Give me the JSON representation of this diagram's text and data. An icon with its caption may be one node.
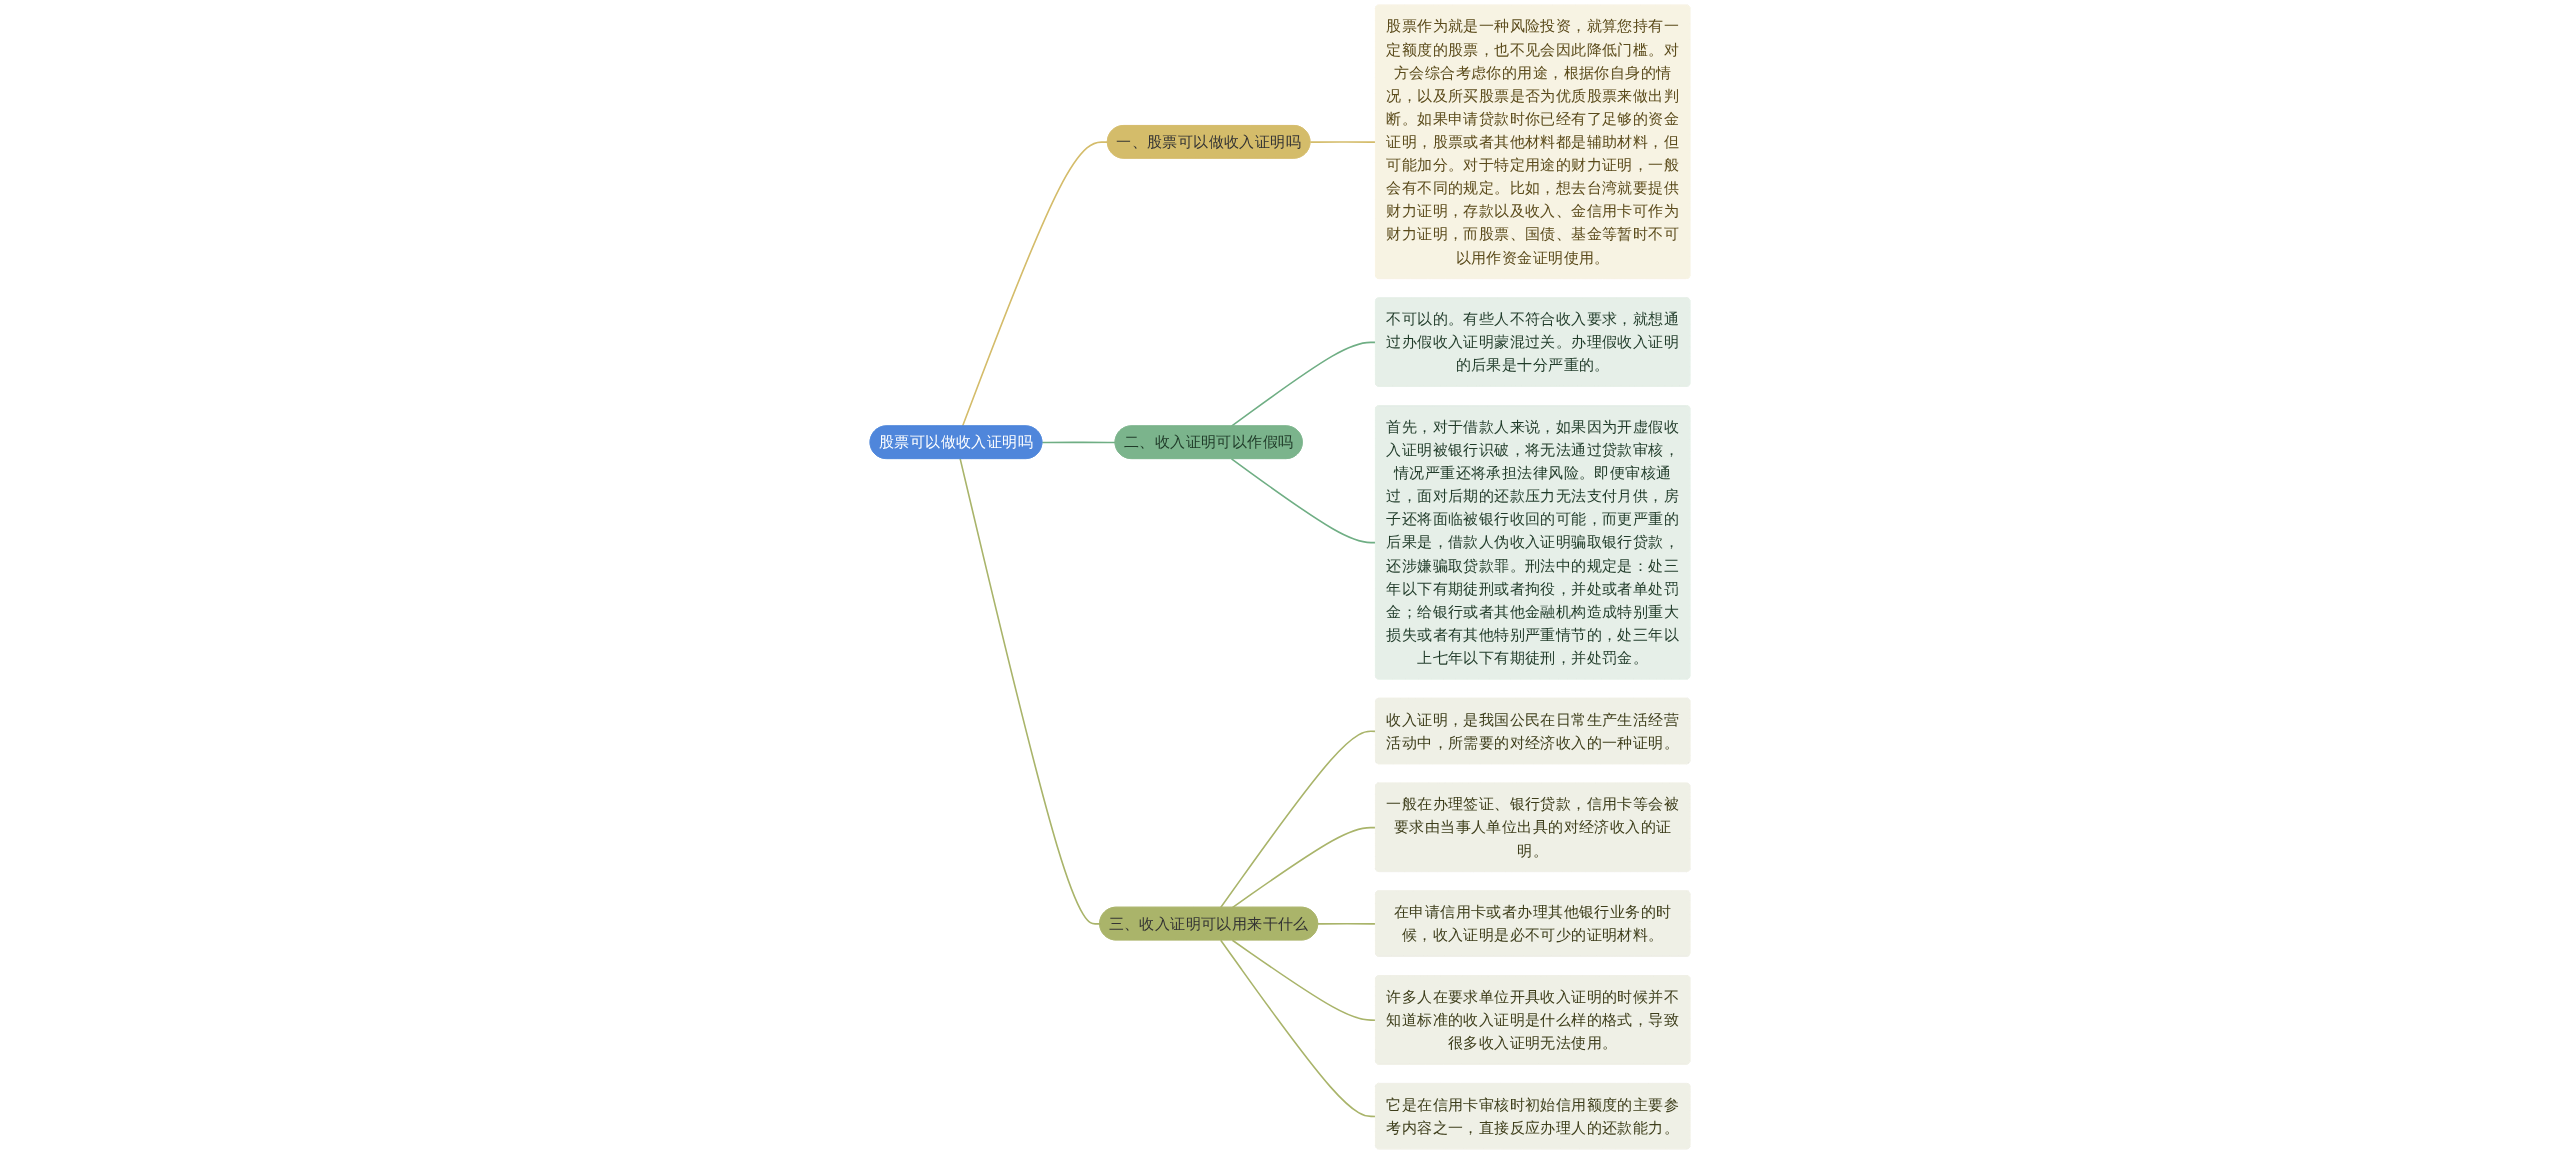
{
  "diagram": {
    "nodes": [
      {
        "text": [
          "股票可以做收入证明吗"
        ]
      },
      {
        "text": [
          "一、股票可以做收入证明吗"
        ]
      },
      {
        "text": [
          "股票作为就是一种风险投资，就算您持有一定额度的股票，也不见会因此降低门槛。对方会综合考虑你的用途，根据你自身的情况，以及所买股票是否为优质股票来做出判断。如果申请贷款时你已经有了足够的资金证明，股票或者其他材料都是辅助材料，但可能加分。对于特定用途的财力证明，一般会有不同的规定。比如，想去台湾就要提供财力证明，存款以及收入、金信用卡可作为财力证明，而股票、国债、基金等暂时不可以用作资金证明使用。"
        ]
      },
      {
        "text": [
          "二、收入证明可以作假吗"
        ]
      },
      {
        "text": [
          "不可以的。有些人不符合收入要求，就想通过办假收入证明蒙混过关。办理假收入证明的后果是十分严重的。"
        ]
      },
      {
        "text": [
          "首先，对于借款人来说，如果因为开虚假收入证明被银行识破，将无法通过贷款审核，情况严重还将承担法律风险。即便审核通过，面对后期的还款压力无法支付月供，房子还将面临被银行收回的可能，而更严重的后果是，借款人伪收入证明骗取银行贷款，还涉嫌骗取贷款罪。刑法中的规定是：处三年以下有期徒刑或者拘役，并处或者单处罚金；给银行或者其他金融机构造成特别重大损失或者有其他特别严重情节的，处三年以上七年以下有期徒刑，并处罚金。"
        ]
      },
      {
        "text": [
          "三、收入证明可以用来干什么"
        ]
      },
      {
        "text": [
          "收入证明，是我国公民在日常生产生活经营活动中，所需要的对经济收入的一种证明。"
        ]
      },
      {
        "text": [
          "一般在办理签证、银行贷款，信用卡等会被要求由当事人单位出具的对经济收入的证明。"
        ]
      },
      {
        "text": [
          "在申请信用卡或者办理其他银行业务的时候，收入证明是必不可少的证明材料。"
        ]
      },
      {
        "text": [
          "许多人在要求单位开具收入证明的时候并不知道标准的收入证明是什么样的格式，导致很多收入证明无法使用。"
        ]
      },
      {
        "text": [
          "它是在信用卡审核时初始信用额度的主要参考内容之一，直接反应办理人的还款能力。"
        ]
      }
    ],
    "edges": [
      {
        "from": 0,
        "to": 1,
        "arrow": "none",
        "color": "#d4bc6a"
      },
      {
        "from": 1,
        "to": 2,
        "arrow": "none",
        "color": "#d4bc6a"
      },
      {
        "from": 0,
        "to": 3,
        "arrow": "none",
        "color": "#6fae84"
      },
      {
        "from": 3,
        "to": 4,
        "arrow": "none",
        "color": "#6fae84"
      },
      {
        "from": 3,
        "to": 5,
        "arrow": "none",
        "color": "#6fae84"
      },
      {
        "from": 0,
        "to": 6,
        "arrow": "none"
      },
      {
        "from": 6,
        "to": 7,
        "arrow": "none"
      },
      {
        "from": 6,
        "to": 8,
        "arrow": "none"
      },
      {
        "from": 6,
        "to": 9,
        "arrow": "none"
      },
      {
        "from": 6,
        "to": 10,
        "arrow": "none"
      },
      {
        "from": 6,
        "to": 11,
        "arrow": "none"
      }
    ]
  }
}
